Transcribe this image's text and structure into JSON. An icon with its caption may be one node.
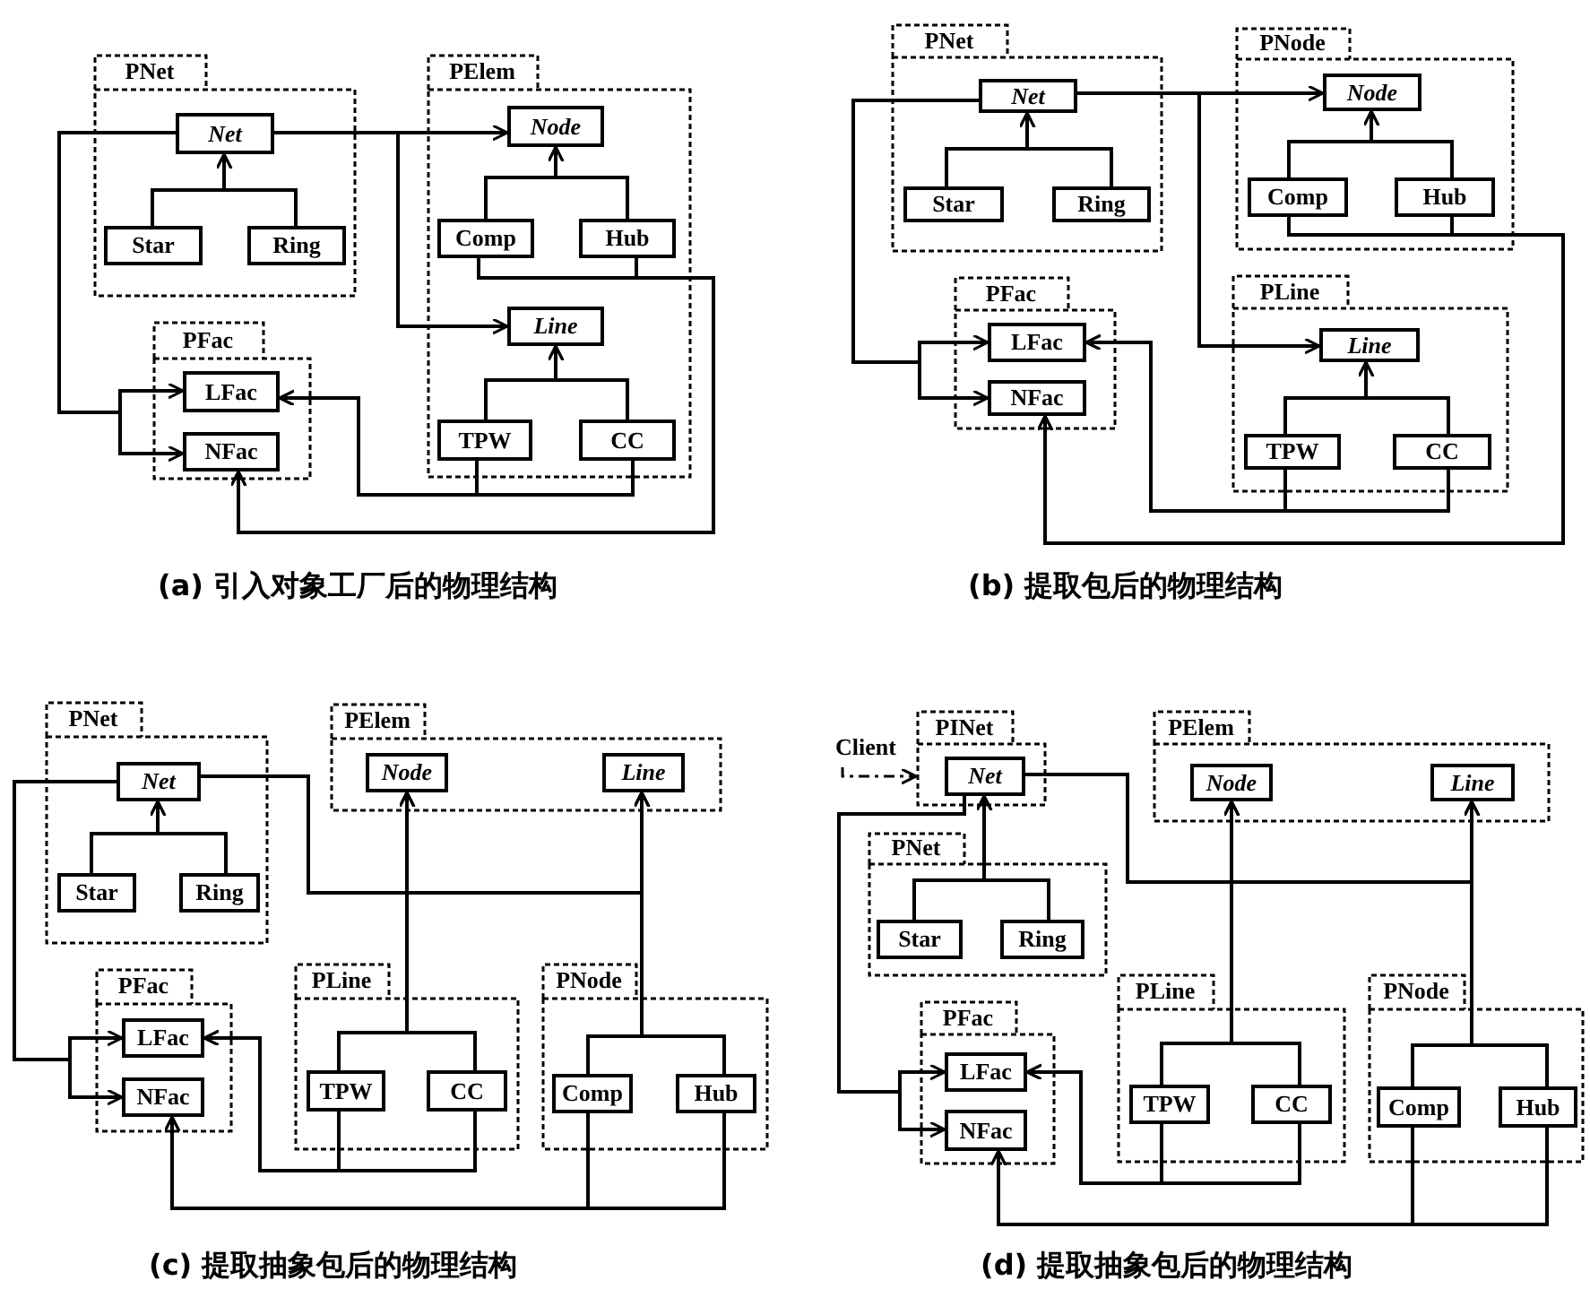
{
  "diagram": {
    "nodes": [
      {
        "text": [
          "PNet"
        ]
      },
      {
        "text": [
          "Net"
        ],
        "in": 0
      },
      {
        "text": [
          "Star"
        ],
        "in": 0
      },
      {
        "text": [
          "Ring"
        ],
        "in": 0
      },
      {
        "text": [
          "PElem"
        ]
      },
      {
        "text": [
          "Node"
        ],
        "in": 4
      },
      {
        "text": [
          "Comp"
        ],
        "in": 4
      },
      {
        "text": [
          "Hub"
        ],
        "in": 4
      },
      {
        "text": [
          "Line"
        ],
        "in": 4
      },
      {
        "text": [
          "TPW"
        ],
        "in": 4
      },
      {
        "text": [
          "CC"
        ],
        "in": 4
      },
      {
        "text": [
          "PFac"
        ]
      },
      {
        "text": [
          "LFac"
        ],
        "in": 11
      },
      {
        "text": [
          "NFac"
        ],
        "in": 11
      },
      {
        "text": [
          "PNet"
        ]
      },
      {
        "text": [
          "Net"
        ],
        "in": 14
      },
      {
        "text": [
          "Star"
        ],
        "in": 14
      },
      {
        "text": [
          "Ring"
        ],
        "in": 14
      },
      {
        "text": [
          "PNode"
        ]
      },
      {
        "text": [
          "Node"
        ],
        "in": 18
      },
      {
        "text": [
          "Comp"
        ],
        "in": 18
      },
      {
        "text": [
          "Hub"
        ],
        "in": 18
      },
      {
        "text": [
          "PFac"
        ]
      },
      {
        "text": [
          "LFac"
        ],
        "in": 22
      },
      {
        "text": [
          "NFac"
        ],
        "in": 22
      },
      {
        "text": [
          "PLine"
        ]
      },
      {
        "text": [
          "Line"
        ],
        "in": 25
      },
      {
        "text": [
          "TPW"
        ],
        "in": 25
      },
      {
        "text": [
          "CC"
        ],
        "in": 25
      },
      {
        "text": [
          "PNet"
        ]
      },
      {
        "text": [
          "Net"
        ],
        "in": 29
      },
      {
        "text": [
          "Star"
        ],
        "in": 29
      },
      {
        "text": [
          "Ring"
        ],
        "in": 29
      },
      {
        "text": [
          "PElem"
        ]
      },
      {
        "text": [
          "Node"
        ],
        "in": 33
      },
      {
        "text": [
          "Line"
        ],
        "in": 33
      },
      {
        "text": [
          "PFac"
        ]
      },
      {
        "text": [
          "LFac"
        ],
        "in": 36
      },
      {
        "text": [
          "NFac"
        ],
        "in": 36
      },
      {
        "text": [
          "PLine"
        ]
      },
      {
        "text": [
          "TPW"
        ],
        "in": 39
      },
      {
        "text": [
          "CC"
        ],
        "in": 39
      },
      {
        "text": [
          "PNode"
        ]
      },
      {
        "text": [
          "Comp"
        ],
        "in": 42
      },
      {
        "text": [
          "Hub"
        ],
        "in": 42
      },
      {
        "text": [
          "Client"
        ]
      },
      {
        "text": [
          "PINet"
        ]
      },
      {
        "text": [
          "Net"
        ],
        "in": 46
      },
      {
        "text": [
          "PElem"
        ]
      },
      {
        "text": [
          "Node"
        ],
        "in": 48
      },
      {
        "text": [
          "Line"
        ],
        "in": 48
      },
      {
        "text": [
          "PNet"
        ]
      },
      {
        "text": [
          "Star"
        ],
        "in": 51
      },
      {
        "text": [
          "Ring"
        ],
        "in": 51
      },
      {
        "text": [
          "PFac"
        ]
      },
      {
        "text": [
          "LFac"
        ],
        "in": 54
      },
      {
        "text": [
          "NFac"
        ],
        "in": 54
      },
      {
        "text": [
          "PLine"
        ]
      },
      {
        "text": [
          "TPW"
        ],
        "in": 57
      },
      {
        "text": [
          "CC"
        ],
        "in": 57
      },
      {
        "text": [
          "PNode"
        ]
      },
      {
        "text": [
          "Comp"
        ],
        "in": 60
      },
      {
        "text": [
          "Hub"
        ],
        "in": 60
      }
    ],
    "edges": [
      {
        "from": 2,
        "to": 1,
        "arrow": "to"
      },
      {
        "from": 3,
        "to": 1,
        "arrow": "to"
      },
      {
        "from": 6,
        "to": 5,
        "arrow": "to"
      },
      {
        "from": 7,
        "to": 5,
        "arrow": "to"
      },
      {
        "from": 9,
        "to": 8,
        "arrow": "to"
      },
      {
        "from": 10,
        "to": 8,
        "arrow": "to"
      },
      {
        "from": 1,
        "to": 5,
        "arrow": "to"
      },
      {
        "from": 1,
        "to": 8,
        "arrow": "to"
      },
      {
        "from": 1,
        "to": 12,
        "arrow": "to"
      },
      {
        "from": 1,
        "to": 13,
        "arrow": "to"
      },
      {
        "from": 9,
        "to": 12,
        "arrow": "to"
      },
      {
        "from": 10,
        "to": 12,
        "arrow": "to"
      },
      {
        "from": 6,
        "to": 13,
        "arrow": "to"
      },
      {
        "from": 7,
        "to": 13,
        "arrow": "to"
      },
      {
        "from": 16,
        "to": 15,
        "arrow": "to"
      },
      {
        "from": 17,
        "to": 15,
        "arrow": "to"
      },
      {
        "from": 20,
        "to": 19,
        "arrow": "to"
      },
      {
        "from": 21,
        "to": 19,
        "arrow": "to"
      },
      {
        "from": 27,
        "to": 26,
        "arrow": "to"
      },
      {
        "from": 28,
        "to": 26,
        "arrow": "to"
      },
      {
        "from": 15,
        "to": 19,
        "arrow": "to"
      },
      {
        "from": 15,
        "to": 26,
        "arrow": "to"
      },
      {
        "from": 15,
        "to": 23,
        "arrow": "to"
      },
      {
        "from": 15,
        "to": 24,
        "arrow": "to"
      },
      {
        "from": 27,
        "to": 23,
        "arrow": "to"
      },
      {
        "from": 28,
        "to": 23,
        "arrow": "to"
      },
      {
        "from": 20,
        "to": 24,
        "arrow": "to"
      },
      {
        "from": 21,
        "to": 24,
        "arrow": "to"
      },
      {
        "from": 31,
        "to": 30,
        "arrow": "to"
      },
      {
        "from": 32,
        "to": 30,
        "arrow": "to"
      },
      {
        "from": 40,
        "to": 34,
        "arrow": "to"
      },
      {
        "from": 41,
        "to": 34,
        "arrow": "to"
      },
      {
        "from": 43,
        "to": 35,
        "arrow": "to"
      },
      {
        "from": 44,
        "to": 35,
        "arrow": "to"
      },
      {
        "from": 30,
        "to": 34,
        "arrow": "to"
      },
      {
        "from": 30,
        "to": 35,
        "arrow": "to"
      },
      {
        "from": 30,
        "to": 37,
        "arrow": "to"
      },
      {
        "from": 30,
        "to": 38,
        "arrow": "to"
      },
      {
        "from": 40,
        "to": 37,
        "arrow": "to"
      },
      {
        "from": 41,
        "to": 37,
        "arrow": "to"
      },
      {
        "from": 43,
        "to": 38,
        "arrow": "to"
      },
      {
        "from": 44,
        "to": 38,
        "arrow": "to"
      },
      {
        "from": 45,
        "to": 46,
        "arrow": "to",
        "style": "dashed"
      },
      {
        "from": 52,
        "to": 47,
        "arrow": "to"
      },
      {
        "from": 53,
        "to": 47,
        "arrow": "to"
      },
      {
        "from": 58,
        "to": 49,
        "arrow": "to"
      },
      {
        "from": 59,
        "to": 49,
        "arrow": "to"
      },
      {
        "from": 61,
        "to": 50,
        "arrow": "to"
      },
      {
        "from": 62,
        "to": 50,
        "arrow": "to"
      },
      {
        "from": 47,
        "to": 49,
        "arrow": "to"
      },
      {
        "from": 47,
        "to": 50,
        "arrow": "to"
      },
      {
        "from": 47,
        "to": 55,
        "arrow": "to"
      },
      {
        "from": 47,
        "to": 56,
        "arrow": "to"
      },
      {
        "from": 58,
        "to": 55,
        "arrow": "to"
      },
      {
        "from": 59,
        "to": 55,
        "arrow": "to"
      },
      {
        "from": 61,
        "to": 56,
        "arrow": "to"
      },
      {
        "from": 62,
        "to": 56,
        "arrow": "to"
      }
    ],
    "labels": [
      "(a) 引入对象工厂后的物理结构",
      "(b) 提取包后的物理结构",
      "(c) 提取抽象包后的物理结构",
      "(d) 提取抽象包后的物理结构"
    ]
  }
}
